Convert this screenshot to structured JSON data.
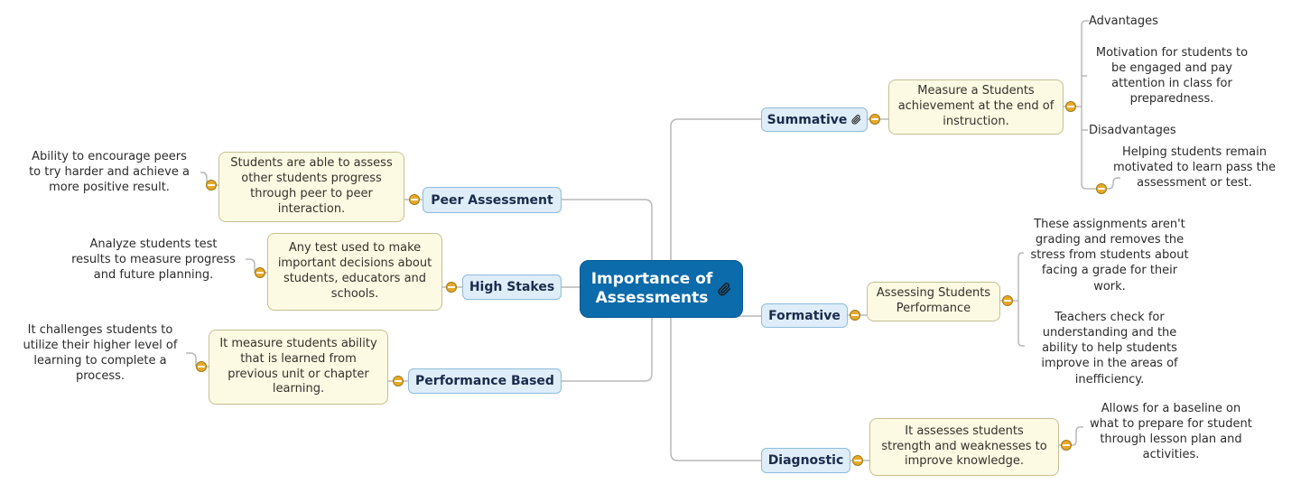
{
  "map": {
    "center": {
      "label": "Importance of\nAssessments",
      "icon": "paperclip"
    },
    "left": {
      "peer": {
        "topic": "Peer Assessment",
        "note": "Students are able to assess\nother students progress\nthrough peer to peer\ninteraction.",
        "detail": "Ability to encourage peers\nto try harder and achieve a\nmore positive result."
      },
      "high_stakes": {
        "topic": "High Stakes",
        "note": "Any test used to make\nimportant decisions about\nstudents, educators and\nschools.",
        "detail": "Analyze students test\nresults to measure progress\nand future planning."
      },
      "performance": {
        "topic": "Performance Based",
        "note": "It measure students ability\nthat is learned from\nprevious unit or chapter\nlearning.",
        "detail": "It challenges students to\nutilize their higher level of\nlearning to complete a\nprocess."
      }
    },
    "right": {
      "summative": {
        "topic": "Summative",
        "icon": "paperclip",
        "note": "Measure a Students\nachievement at the end of\ninstruction.",
        "children": {
          "advantages_label": "Advantages",
          "advantages_detail": "Motivation for students to\nbe engaged and pay\nattention in class for\npreparedness.",
          "disadvantages_label": "Disadvantages",
          "disadvantages_detail": "Helping students remain\nmotivated to learn pass the\nassessment or test."
        }
      },
      "formative": {
        "topic": "Formative",
        "note": "Assessing Students\nPerformance",
        "children": {
          "point1": "These assignments aren't\ngrading and removes the\nstress from students about\nfacing a grade for their\nwork.",
          "point2": "Teachers check for\nunderstanding and the\nability to help students\nimprove in the areas of\ninefficiency."
        }
      },
      "diagnostic": {
        "topic": "Diagnostic",
        "note": "It assesses students\nstrength and weaknesses to\nimprove knowledge.",
        "children": {
          "point1": "Allows for a baseline on\nwhat to prepare for student\nthrough lesson plan and\nactivities."
        }
      }
    }
  },
  "colors": {
    "center_fill": "#0C6BAA",
    "topic_fill": "#DEEDF8",
    "topic_border": "#8FBCDC",
    "note_fill": "#FCFAE2",
    "note_border": "#C6BE93",
    "connector": "#B8B8B8",
    "handle_fill": "#E5A92B",
    "handle_border": "#A17A15"
  }
}
